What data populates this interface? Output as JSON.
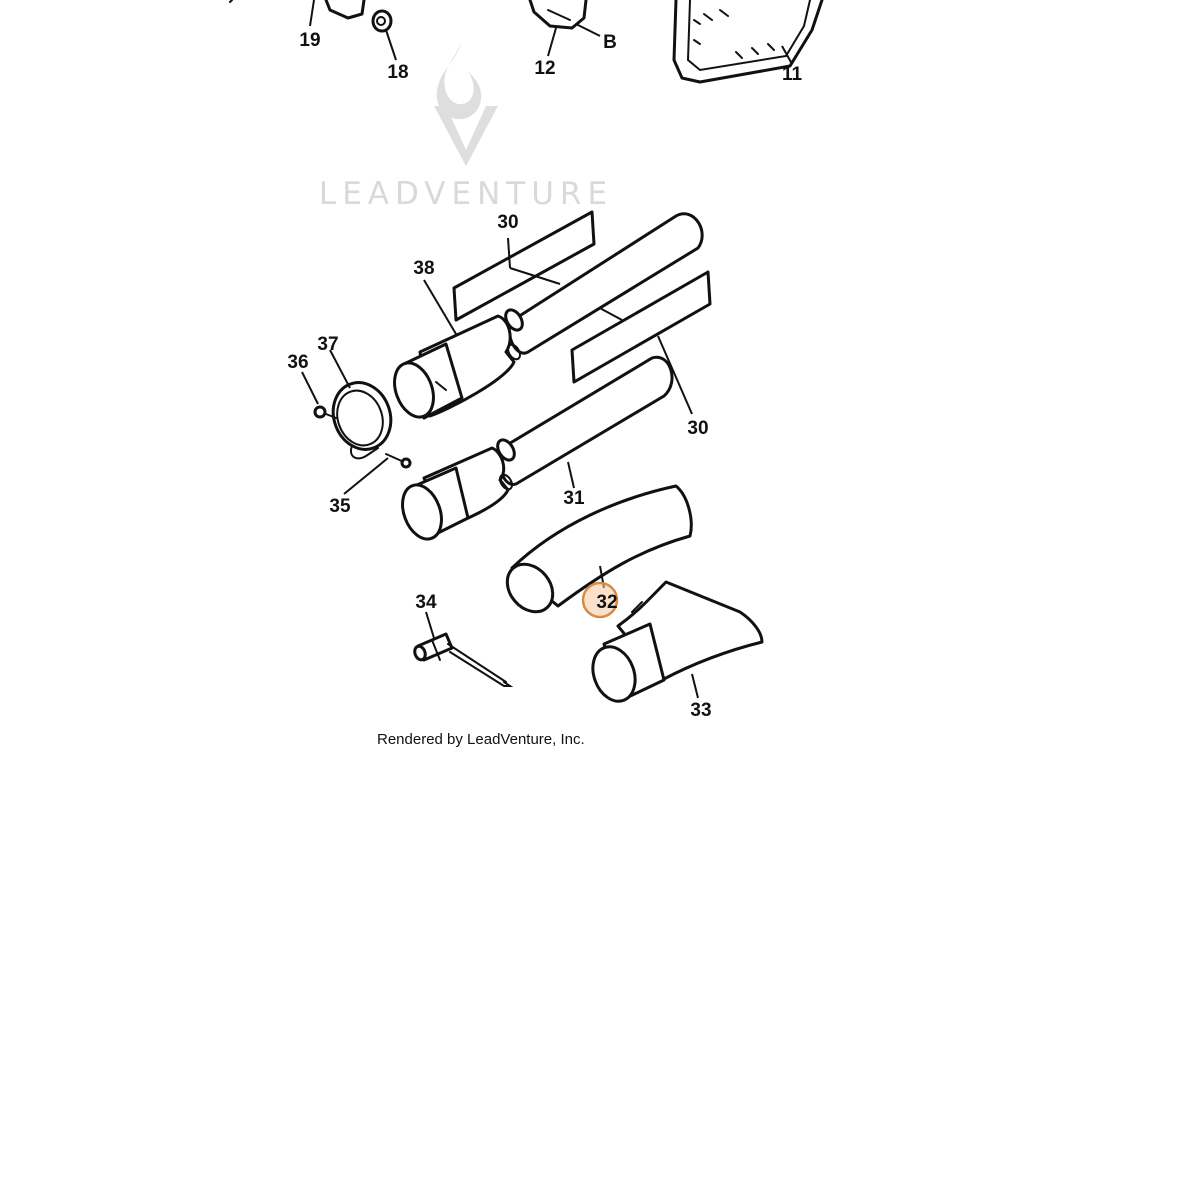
{
  "diagram": {
    "watermark": {
      "brand": "LEADVENTURE",
      "logo_icon": "flame-v-logo-icon",
      "color": "#d9d9d9"
    },
    "credit": "Rendered by LeadVenture, Inc.",
    "highlight_color": "#d98a45",
    "highlighted_callout": "32",
    "top_partial_labels": {
      "p19": "19",
      "p18": "18",
      "p12": "12",
      "pB": "B",
      "p11": "11"
    },
    "callouts": {
      "p30a": "30",
      "p30b": "30",
      "p38": "38",
      "p37": "37",
      "p36": "36",
      "p35": "35",
      "p31": "31",
      "p32": "32",
      "p34": "34",
      "p33": "33"
    }
  }
}
